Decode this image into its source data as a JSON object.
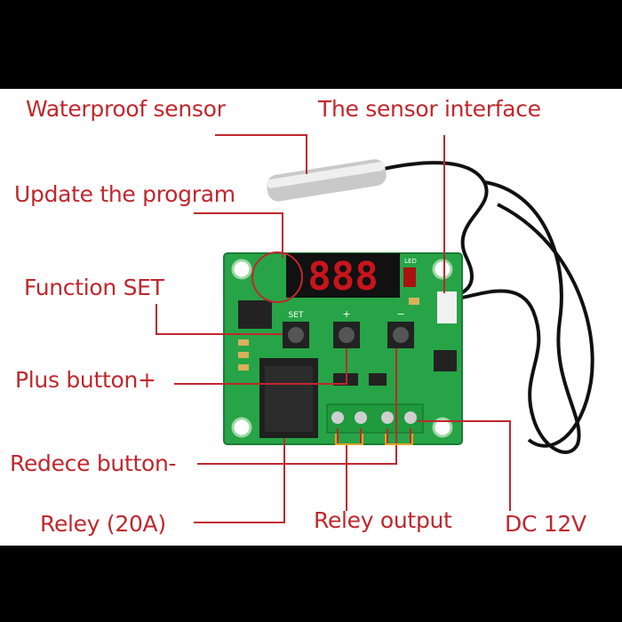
{
  "labels": {
    "waterproof_sensor": "Waterproof sensor",
    "sensor_interface": "The sensor interface",
    "update_program": "Update the program",
    "function_set": "Function SET",
    "plus_button": "Plus button+",
    "reduce_button": "Redece button-",
    "relay": "Reley (20A)",
    "relay_output": "Reley output",
    "dc": "DC 12V"
  },
  "board": {
    "display_digits": "888",
    "set_label": "SET",
    "plus_label": "+",
    "minus_label": "−",
    "led_label": "LED"
  },
  "colors": {
    "label": "#c0272d",
    "leader_line": "#c0272d",
    "pcb": "#27a447",
    "display": "#c8141c",
    "terminal": "#1f9a3c"
  }
}
